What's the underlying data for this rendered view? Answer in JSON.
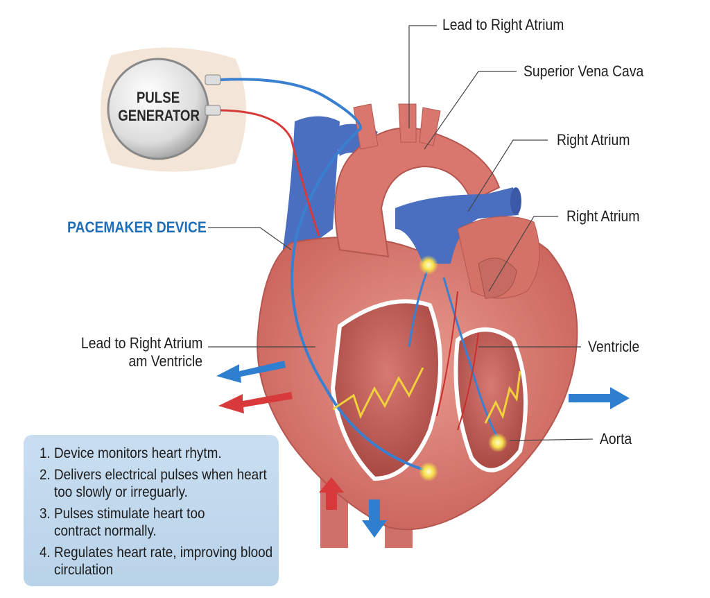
{
  "device": {
    "label_line1": "PULSE",
    "label_line2": "GENERATOR",
    "title": "PACEMAKER DEVICE"
  },
  "labels": {
    "lead_right_atrium_top": "Lead to Right Atrium",
    "superior_vena_cava": "Superior Vena Cava",
    "right_atrium_1": "Right Atrium",
    "right_atrium_2": "Right Atrium",
    "lead_left_line1": "Lead to Right Atrium",
    "lead_left_line2": "am Ventricle",
    "ventricle": "Ventricle",
    "aorta": "Aorta"
  },
  "steps": [
    {
      "line1": "Device monitors heart rhytm.",
      "line2": ""
    },
    {
      "line1": "Delivers electrical pulses when heart",
      "line2": "too slowly or irreguarly."
    },
    {
      "line1": "Pulses stimulate heart too",
      "line2": "contract normally."
    },
    {
      "line1": "Regulates heart rate, improving blood",
      "line2": "circulation"
    }
  ],
  "colors": {
    "heart": "#d9776f",
    "vein": "#4a6fc0",
    "lead_blue": "#3a7fd0",
    "lead_red": "#d8393a",
    "accent": "#1f6fb8"
  }
}
